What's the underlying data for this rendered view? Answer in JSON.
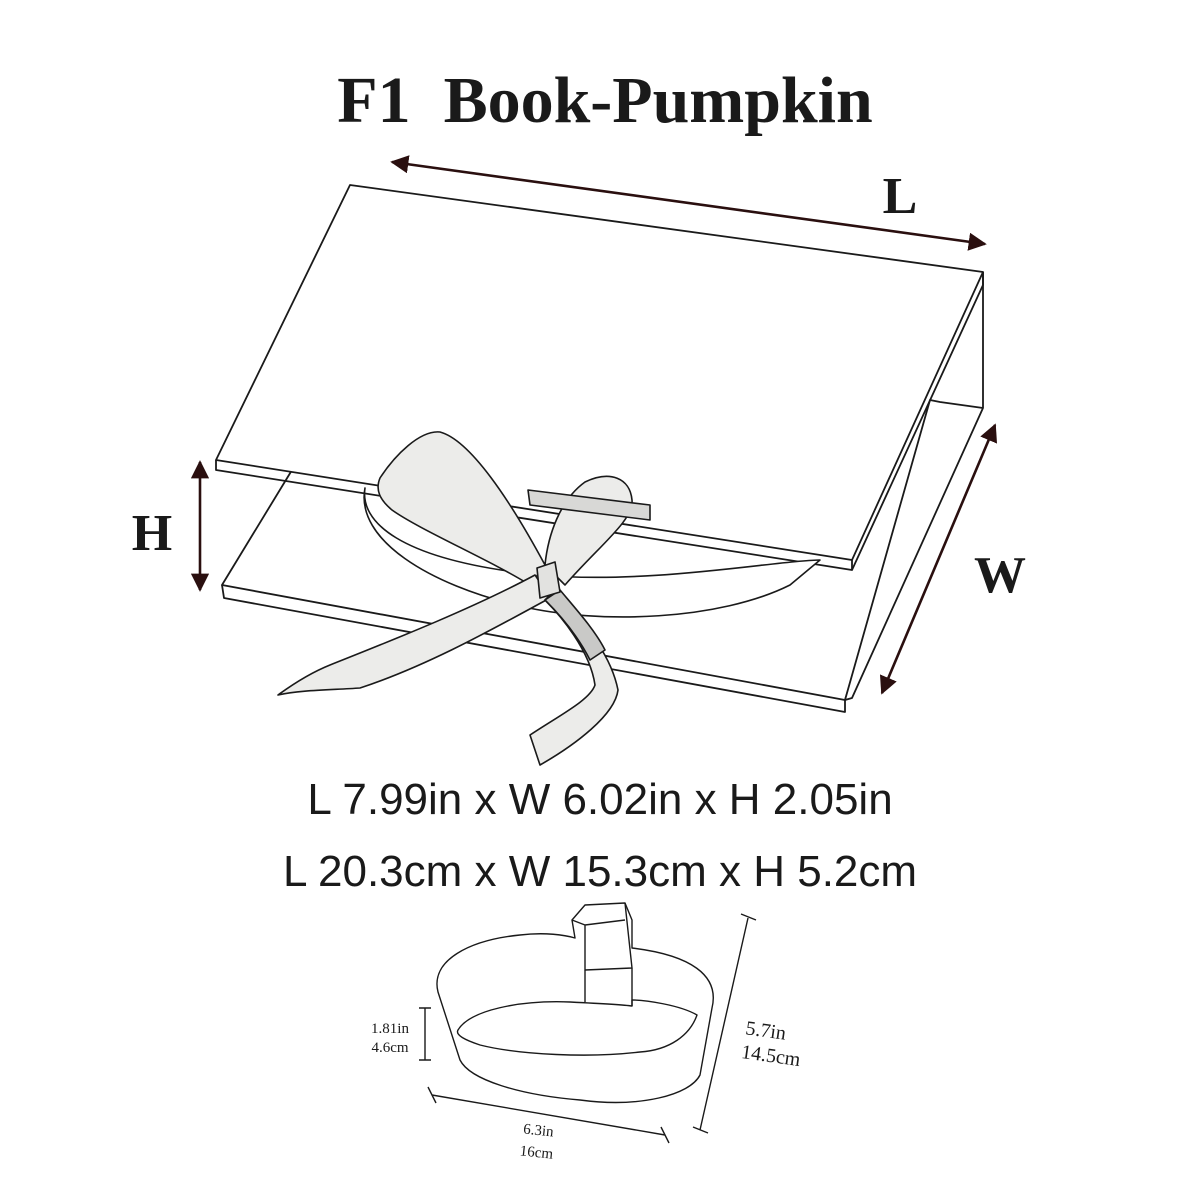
{
  "title": "F1  Book-Pumpkin",
  "box_labels": {
    "length": "L",
    "width": "W",
    "height": "H"
  },
  "dimensions": {
    "inches": "L 7.99in x W 6.02in x H 2.05in",
    "centimeters": "L 20.3cm x W 15.3cm x H 5.2cm"
  },
  "insert": {
    "height_in": "1.81in",
    "height_cm": "4.6cm",
    "width_in": "6.3in",
    "width_cm": "16cm",
    "depth_in": "5.7in",
    "depth_cm": "14.5cm"
  },
  "colors": {
    "line": "#1a1a1a",
    "arrow": "#2a0f0f",
    "ribbon": "#ececea",
    "ribbon_shade": "#c9c9c7"
  }
}
